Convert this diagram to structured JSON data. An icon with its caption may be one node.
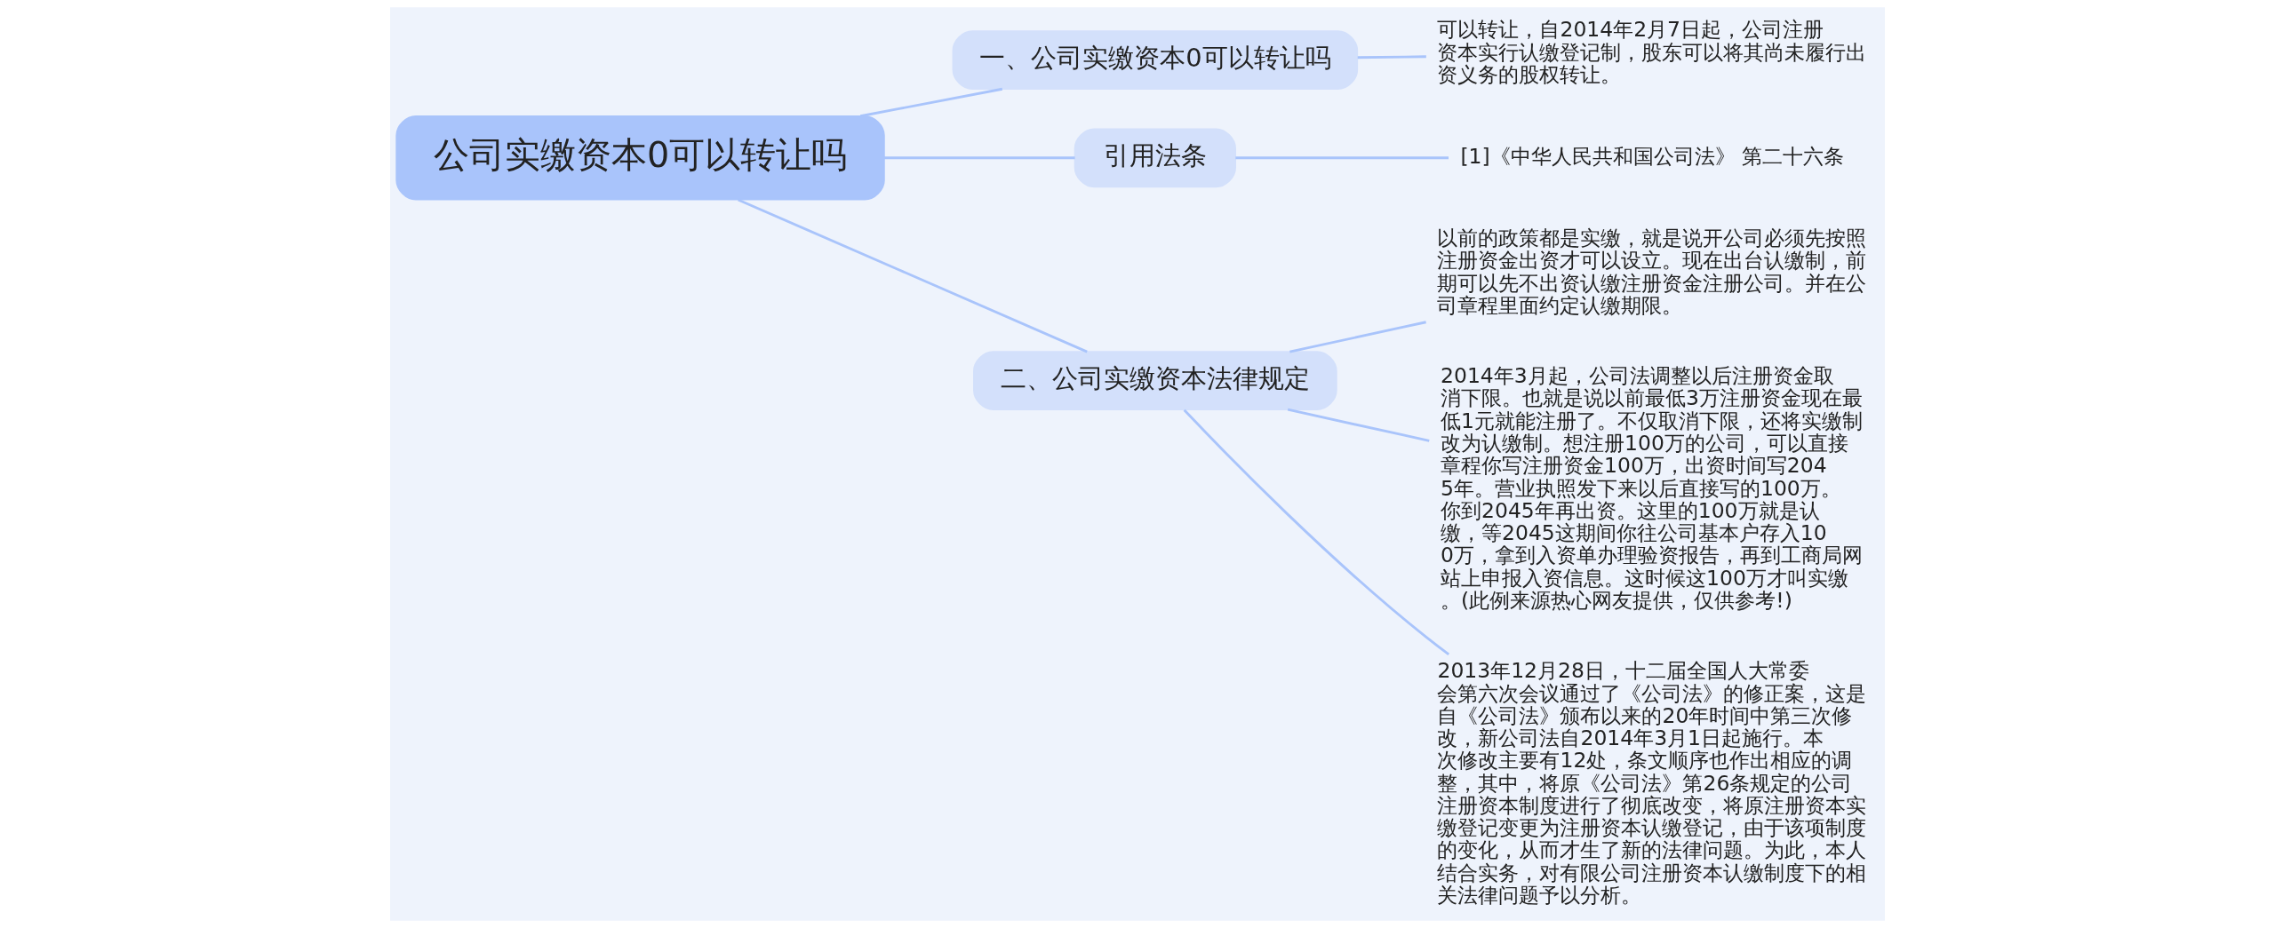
{
  "diagram": {
    "nodes": [
      {
        "text": [
          "公司实缴资本0可以转让吗"
        ]
      },
      {
        "text": [
          "一、公司实缴资本0可以转让吗"
        ]
      },
      {
        "text": [
          "可以转让，自2014年2月7日起，公司注册资本实行认缴登记制，股东可以将其尚未履行出资义务的股权转让。"
        ]
      },
      {
        "text": [
          "引用法条"
        ]
      },
      {
        "text": [
          "[1]《中华人民共和国公司法》 第二十六条"
        ]
      },
      {
        "text": [
          "二、公司实缴资本法律规定"
        ]
      },
      {
        "text": [
          "以前的政策都是实缴，就是说开公司必须先按照注册资金出资才可以设立。现在出台认缴制，前期可以先不出资认缴注册资金注册公司。并在公司章程里面约定认缴期限。"
        ]
      },
      {
        "text": [
          "2014年3月起，公司法调整以后注册资金取消下限。也就是说以前最低3万注册资金现在最低1元就能注册了。不仅取消下限，还将实缴制改为认缴制。想注册100万的公司，可以直接章程你写注册资金100万，出资时间写2045年。营业执照发下来以后直接写的100万。你到2045年再出资。这里的100万就是认缴，等2045这期间你往公司基本户存入100万，拿到入资单办理验资报告，再到工商局网站上申报入资信息。这时候这100万才叫实缴。(此例来源热心网友提供，仅供参考!)"
        ]
      },
      {
        "text": [
          "2013年12月28日，十二届全国人大常委会第六次会议通过了《公司法》的修正案，这是自《公司法》颁布以来的20年时间中第三次修改，新公司法自2014年3月1日起施行。本次修改主要有12处，条文顺序也作出相应的调整，其中，将原《公司法》第26条规定的公司注册资本制度进行了彻底改变，将原注册资本实缴登记变更为注册资本认缴登记，由于该项制度的变化，从而才生了新的法律问题。为此，本人结合实务，对有限公司注册资本认缴制度下的相关法律问题予以分析。"
        ]
      }
    ],
    "edges": [
      {
        "from": 0,
        "to": 1,
        "arrow": "none"
      },
      {
        "from": 1,
        "to": 2,
        "arrow": "none"
      },
      {
        "from": 0,
        "to": 3,
        "arrow": "none"
      },
      {
        "from": 3,
        "to": 4,
        "arrow": "none"
      },
      {
        "from": 0,
        "to": 5,
        "arrow": "none"
      },
      {
        "from": 5,
        "to": 6,
        "arrow": "none"
      },
      {
        "from": 5,
        "to": 7,
        "arrow": "none"
      },
      {
        "from": 5,
        "to": 8,
        "arrow": "none"
      }
    ]
  }
}
